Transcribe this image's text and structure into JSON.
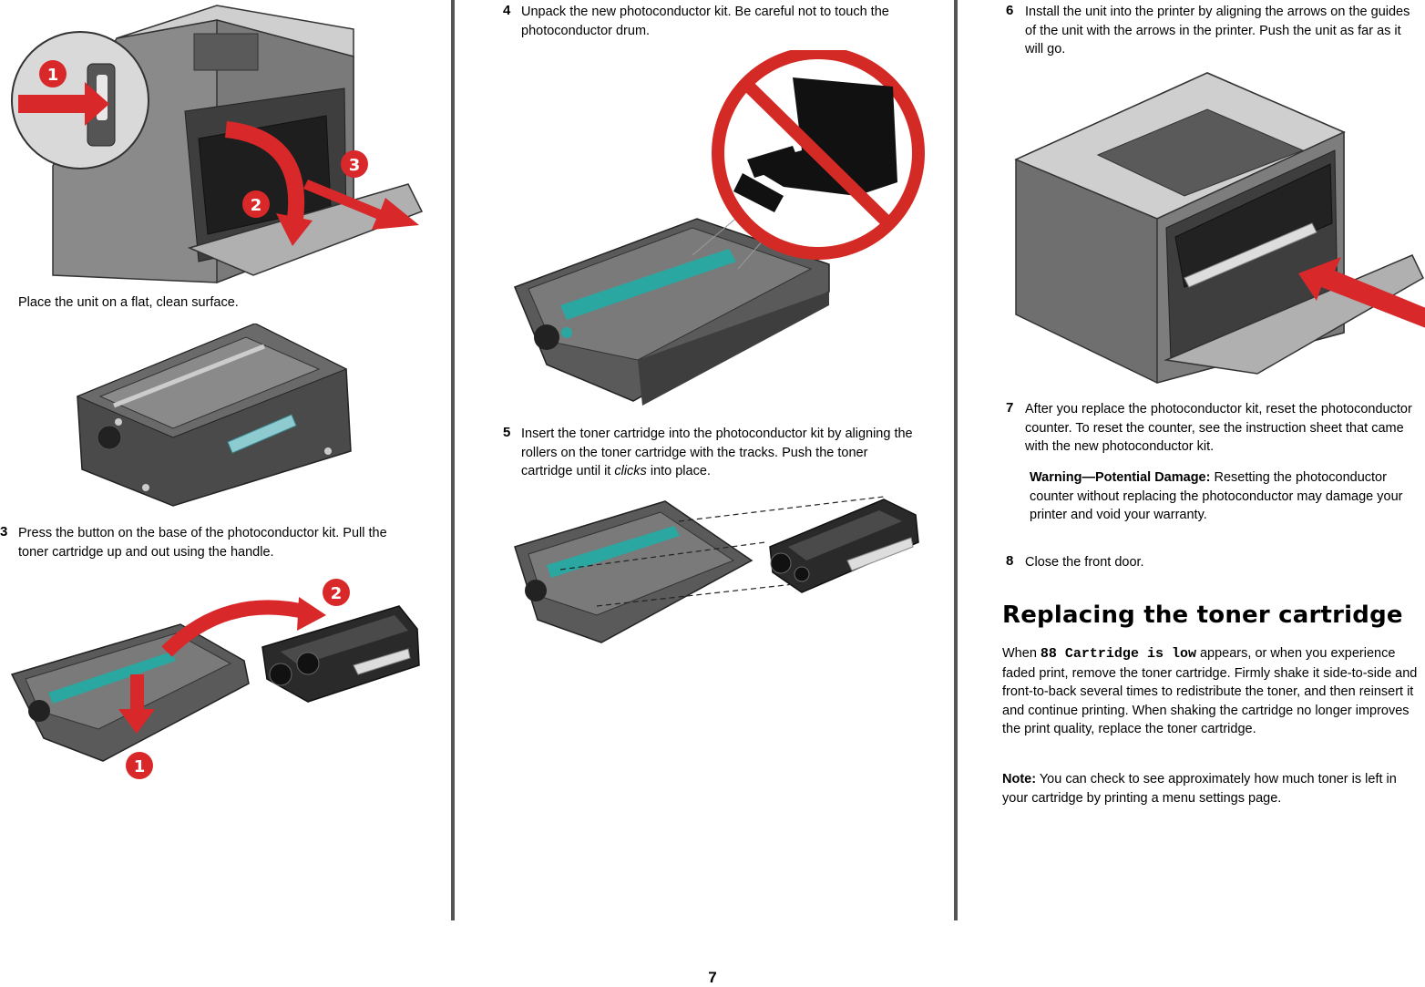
{
  "page_number": "7",
  "left_column": {
    "place_caption": "Place the unit on a flat, clean surface.",
    "step3": {
      "number": "3",
      "text": "Press the button on the base of the photoconductor kit. Pull the toner cartridge up and out using the handle."
    },
    "figure1_callouts": [
      "1",
      "2",
      "3"
    ],
    "figure3_callouts": [
      "1",
      "2"
    ]
  },
  "middle_column": {
    "step4": {
      "number": "4",
      "text": "Unpack the new photoconductor kit. Be careful not to touch the photoconductor drum."
    },
    "step5": {
      "number": "5",
      "text_before": "Insert the toner cartridge into the photoconductor kit by aligning the rollers on the toner cartridge with the tracks. Push the toner cartridge until it ",
      "text_italic": "clicks",
      "text_after": " into place."
    }
  },
  "right_column": {
    "step6": {
      "number": "6",
      "text": "Install the unit into the printer by aligning the arrows on the guides of the unit with the arrows in the printer. Push the unit as far as it will go."
    },
    "step7": {
      "number": "7",
      "text": "After you replace the photoconductor kit, reset the photoconductor counter. To reset the counter, see the instruction sheet that came with the new photoconductor kit."
    },
    "warning": {
      "label": "Warning—Potential Damage:",
      "text": " Resetting the photoconductor counter without replacing the photoconductor may damage your printer and void your warranty."
    },
    "step8": {
      "number": "8",
      "text": "Close the front door."
    },
    "heading": "Replacing the toner cartridge",
    "intro": {
      "before": "When ",
      "code": "88 Cartridge is low",
      "after": " appears, or when you experience faded print, remove the toner cartridge. Firmly shake it side-to-side and front-to-back several times to redistribute the toner, and then reinsert it and continue printing. When shaking the cartridge no longer improves the print quality, replace the toner cartridge."
    },
    "note": {
      "label": "Note:",
      "text": " You can check to see approximately how much toner is left in your cartridge by printing a menu settings page."
    }
  },
  "colors": {
    "callout_red": "#d8282a",
    "prohibit_red": "#d42a25",
    "drum_teal": "#2aa7a0",
    "printer_gray": "#6b6b6b",
    "divider": "#555555"
  }
}
